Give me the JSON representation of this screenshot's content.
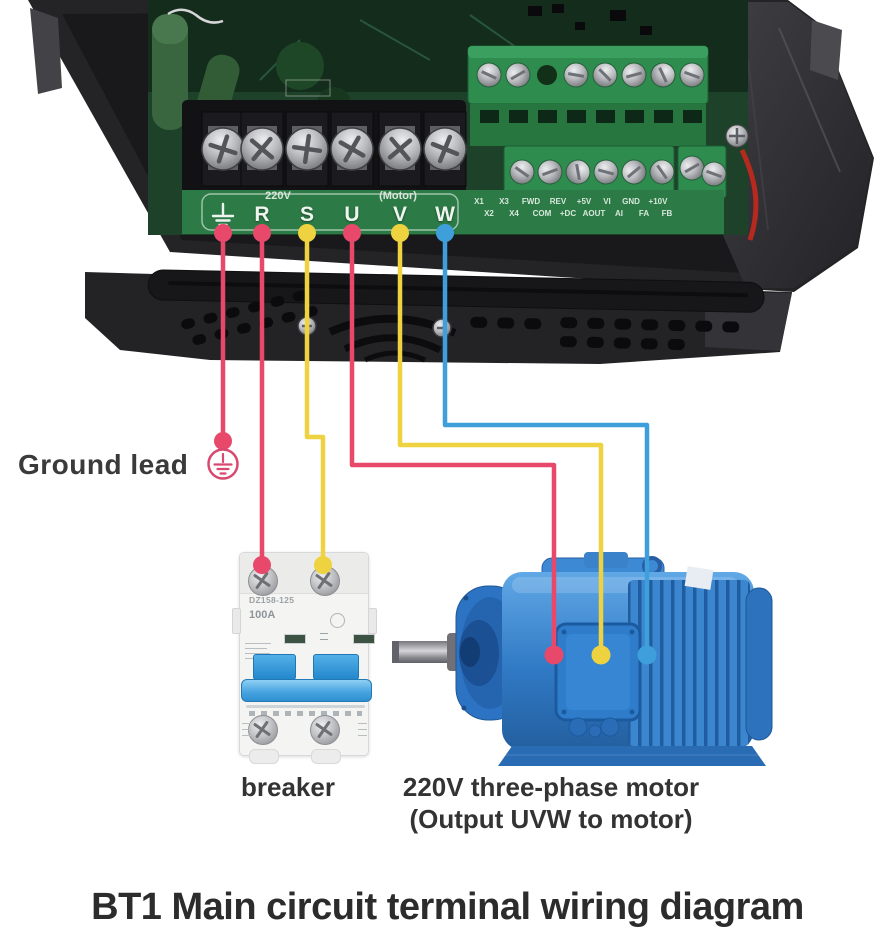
{
  "title": "BT1 Main circuit terminal wiring diagram",
  "annotations": {
    "ground_lead": "Ground lead",
    "breaker": "breaker",
    "motor_line1": "220V three-phase motor",
    "motor_line2": "(Output UVW to motor)"
  },
  "vfd": {
    "silkscreen": {
      "input": "220V",
      "output": "(Motor)"
    },
    "main_terminals": [
      "",
      "R",
      "S",
      "U",
      "V",
      "W"
    ],
    "control_row1": [
      "X1",
      "X3",
      "FWD",
      "REV",
      "+5V",
      "VI",
      "GND",
      "+10V"
    ],
    "control_row2": [
      "X2",
      "X4",
      "COM",
      "+DC",
      "AOUT",
      "AI",
      "FA",
      "FB"
    ]
  },
  "breaker": {
    "model": "DZ158-125",
    "rating": "100A"
  },
  "colors": {
    "wire_red": "#e8486a",
    "wire_yellow": "#eed23f",
    "wire_blue": "#3f9fdb",
    "ground_symbol_red": "#d9486e",
    "motor_blue": "#2e7cc9",
    "breaker_blue": "#2e95da",
    "pcb_green": "#2c7b46"
  },
  "icons": {
    "terminal_ground": "earth-ground-icon",
    "ground_lead_badge": "circled-earth-ground-icon"
  }
}
